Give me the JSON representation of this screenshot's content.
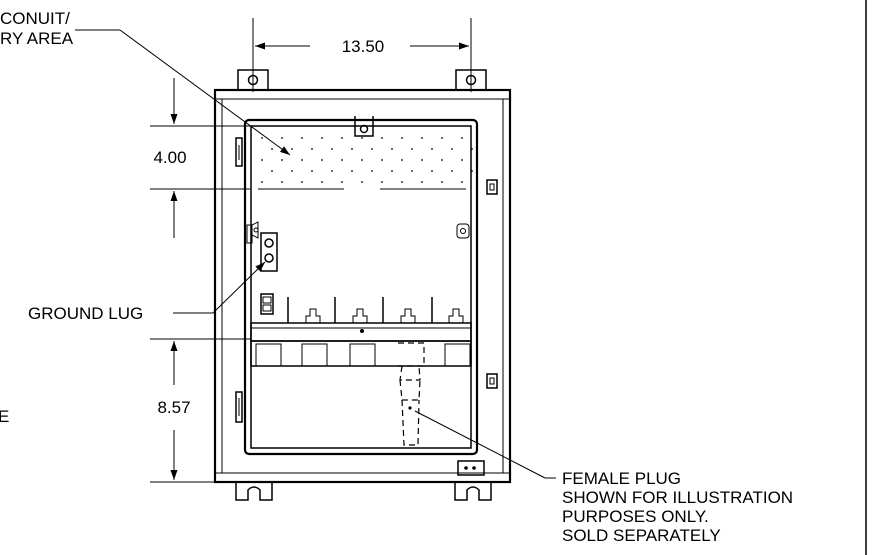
{
  "dimensions": {
    "width": "13.50",
    "top_area_height": "4.00",
    "bottom_area_height": "8.57"
  },
  "callouts": {
    "conduit_line1": "CONUIT/",
    "conduit_line2": "RY AREA",
    "ground_lug": "GROUND LUG",
    "left_fragment": "E",
    "female_plug_line1": "FEMALE PLUG",
    "female_plug_line2": "SHOWN FOR ILLUSTRATION",
    "female_plug_line3": "PURPOSES ONLY.",
    "female_plug_line4": "SOLD SEPARATELY"
  }
}
